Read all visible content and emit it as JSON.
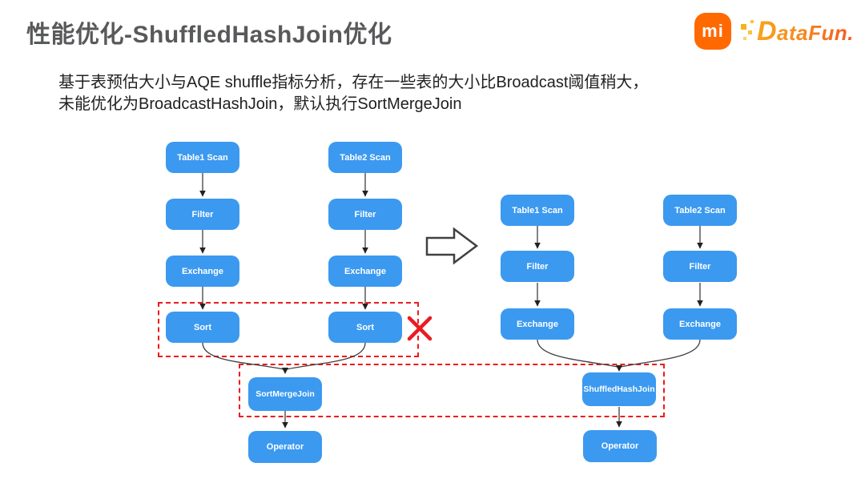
{
  "header": {
    "title": "性能优化-ShuffledHashJoin优化",
    "xiaomi_logo_text": "mi",
    "datafun_logo_text": "DataFun."
  },
  "description": {
    "line1": "基于表预估大小与AQE shuffle指标分析，存在一些表的大小比Broadcast阈值稍大，",
    "line2": "未能优化为BroadcastHashJoin，默认执行SortMergeJoin"
  },
  "colors": {
    "node_blue": "#3B99F0",
    "highlight_red": "#EE1B1B",
    "title_gray": "#58595B",
    "xiaomi_orange": "#FF6900",
    "connector_dark": "#3f3f3f"
  },
  "diagram_before": {
    "col1": [
      "Table1 Scan",
      "Filter",
      "Exchange",
      "Sort"
    ],
    "col2": [
      "Table2 Scan",
      "Filter",
      "Exchange",
      "Sort"
    ],
    "join": "SortMergeJoin",
    "output": "Operator"
  },
  "diagram_after": {
    "col1": [
      "Table1 Scan",
      "Filter",
      "Exchange"
    ],
    "col2": [
      "Table2 Scan",
      "Filter",
      "Exchange"
    ],
    "join": "ShuffledHashJoin",
    "output": "Operator"
  }
}
